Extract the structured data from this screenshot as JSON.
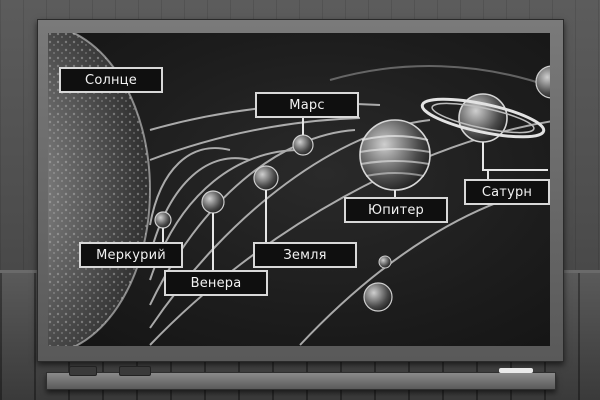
{
  "labels": {
    "sun": "Солнце",
    "mercury": "Меркурий",
    "venus": "Венера",
    "earth": "Земля",
    "mars": "Марс",
    "jupiter": "Юпитер",
    "saturn": "Сатурн"
  },
  "colors": {
    "chalk": "#e6e6e6",
    "board": "#1c1c1c",
    "label_fill": "#0f0f0f",
    "frame": "#6e6e6e",
    "wall": "#555555"
  }
}
